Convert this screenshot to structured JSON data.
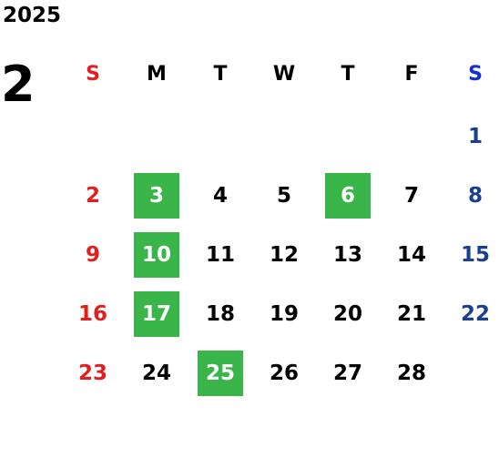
{
  "calendar": {
    "year": "2025",
    "month": "2",
    "weekdays": [
      "S",
      "M",
      "T",
      "W",
      "T",
      "F",
      "S"
    ],
    "weeks": [
      [
        "",
        "",
        "",
        "",
        "",
        "",
        "1"
      ],
      [
        "2",
        "3",
        "4",
        "5",
        "6",
        "7",
        "8"
      ],
      [
        "9",
        "10",
        "11",
        "12",
        "13",
        "14",
        "15"
      ],
      [
        "16",
        "17",
        "18",
        "19",
        "20",
        "21",
        "22"
      ],
      [
        "23",
        "24",
        "25",
        "26",
        "27",
        "28",
        ""
      ]
    ],
    "highlighted_days": [
      "3",
      "6",
      "10",
      "17",
      "25"
    ],
    "colors": {
      "sunday": "#e02020",
      "saturday_header": "#1030d0",
      "saturday_dates": "#1a3f8f",
      "highlight": "#3ab54a"
    }
  }
}
